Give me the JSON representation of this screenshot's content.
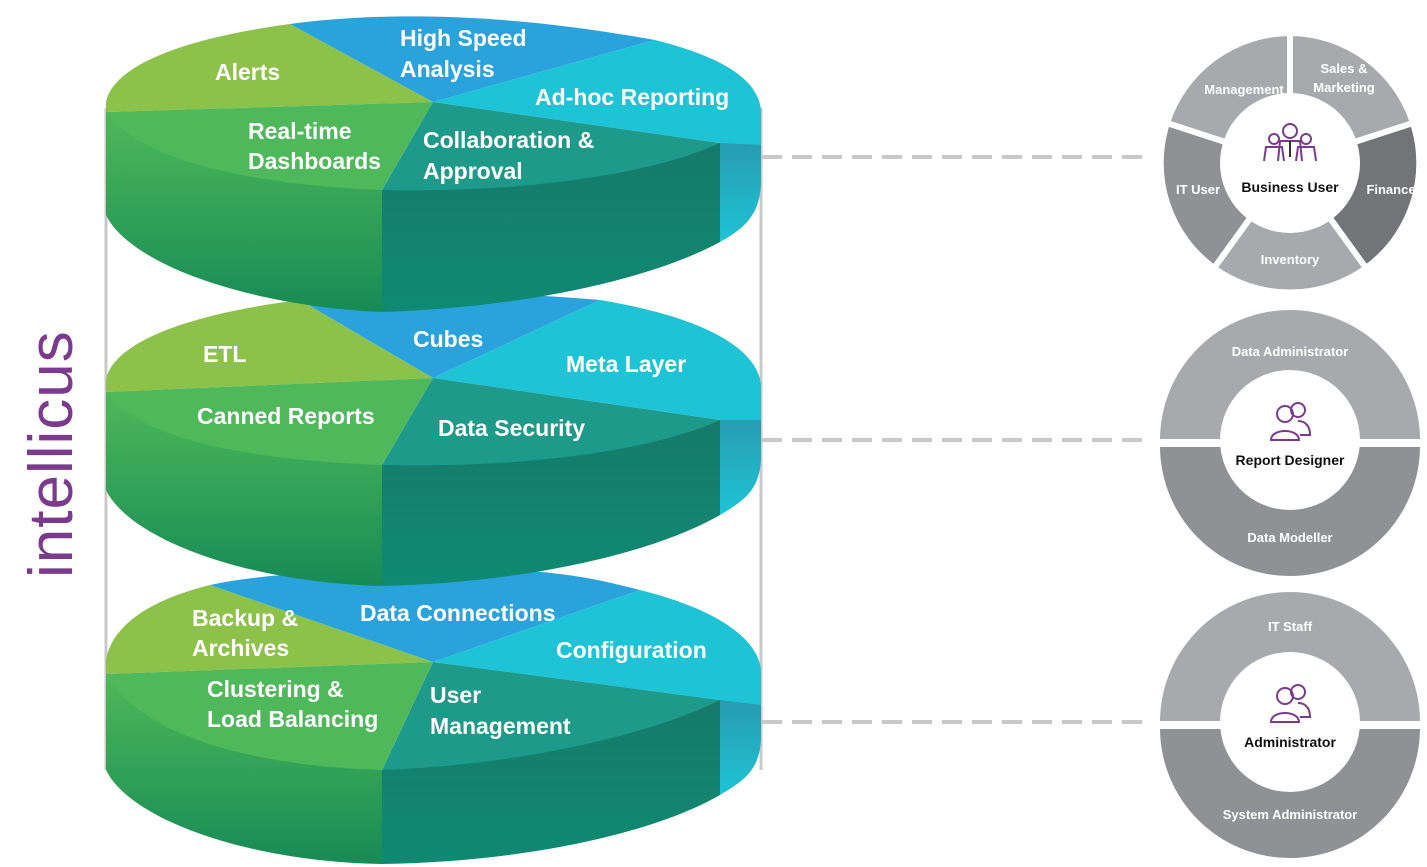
{
  "brand": "intellicus",
  "colors": {
    "green_light": "#8cc24a",
    "green_mid": "#4fb85a",
    "teal": "#1e9a8a",
    "blue": "#2aa3dc",
    "cyan": "#1ec4d6",
    "purple": "#7b3a8e",
    "ring_light": "#a7a9ac",
    "ring_mid": "#8f9194",
    "ring_dark": "#727477"
  },
  "layers": [
    {
      "alerts": "Alerts",
      "speed_1": "High Speed",
      "speed_2": "Analysis",
      "adhoc": "Ad-hoc Reporting",
      "realtime_1": "Real-time",
      "realtime_2": "Dashboards",
      "collab_1": "Collaboration &",
      "collab_2": "Approval"
    },
    {
      "etl": "ETL",
      "cubes": "Cubes",
      "meta": "Meta Layer",
      "canned": "Canned Reports",
      "security": "Data Security"
    },
    {
      "backup_1": "Backup &",
      "backup_2": "Archives",
      "connections": "Data Connections",
      "config": "Configuration",
      "cluster_1": "Clustering &",
      "cluster_2": "Load Balancing",
      "usermgmt_1": "User",
      "usermgmt_2": "Management"
    }
  ],
  "personas": [
    {
      "center": "Business User",
      "icon": "business-users-icon",
      "segments": {
        "management": "Management",
        "sales_1": "Sales &",
        "sales_2": "Marketing",
        "finance": "Finance",
        "inventory": "Inventory",
        "it_user": "IT User"
      }
    },
    {
      "center": "Report Designer",
      "icon": "users-icon",
      "segments": {
        "top": "Data Administrator",
        "bottom": "Data Modeller"
      }
    },
    {
      "center": "Administrator",
      "icon": "users-icon",
      "segments": {
        "top": "IT Staff",
        "bottom": "System Administrator"
      }
    }
  ]
}
